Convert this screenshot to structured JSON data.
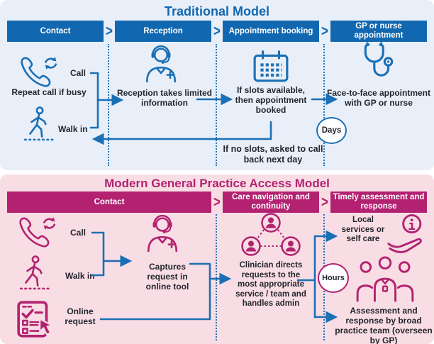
{
  "ui": {
    "chevron": ">"
  },
  "colors": {
    "blue": "#1268b0",
    "line_blue": "#1b6fb5",
    "light_blue_bg": "#e9eff8",
    "magenta": "#b22270",
    "pink_bg": "#f9dde4",
    "text_dark": "#23262e",
    "header_text": "#ffffff"
  },
  "traditional": {
    "title": "Traditional Model",
    "stages": [
      "Contact",
      "Reception",
      "Appointment booking",
      "GP or nurse appointment"
    ],
    "contact": {
      "call": "Call",
      "repeat": "Repeat call if busy",
      "walk_in": "Walk in"
    },
    "reception_note": "Reception takes limited information",
    "booking_note": "If slots available, then appointment booked",
    "no_slots_note": "If no slots, asked to call back next day",
    "appointment_note": "Face-to-face appointment with GP or nurse",
    "timescale": "Days"
  },
  "modern": {
    "title": "Modern General Practice Access Model",
    "stages": [
      "Contact",
      "Care navigation and continuity",
      "Timely assessment and response"
    ],
    "contact": {
      "call": "Call",
      "walk_in": "Walk in",
      "online": "Online request",
      "captures_note": "Captures request in online tool"
    },
    "care_note": "Clinician directs requests to the most appropriate service / team and handles admin",
    "local_note": "Local services or self care",
    "assessment_note": "Assessment and response by broad practice team (overseen by GP)",
    "timescale": "Hours"
  }
}
